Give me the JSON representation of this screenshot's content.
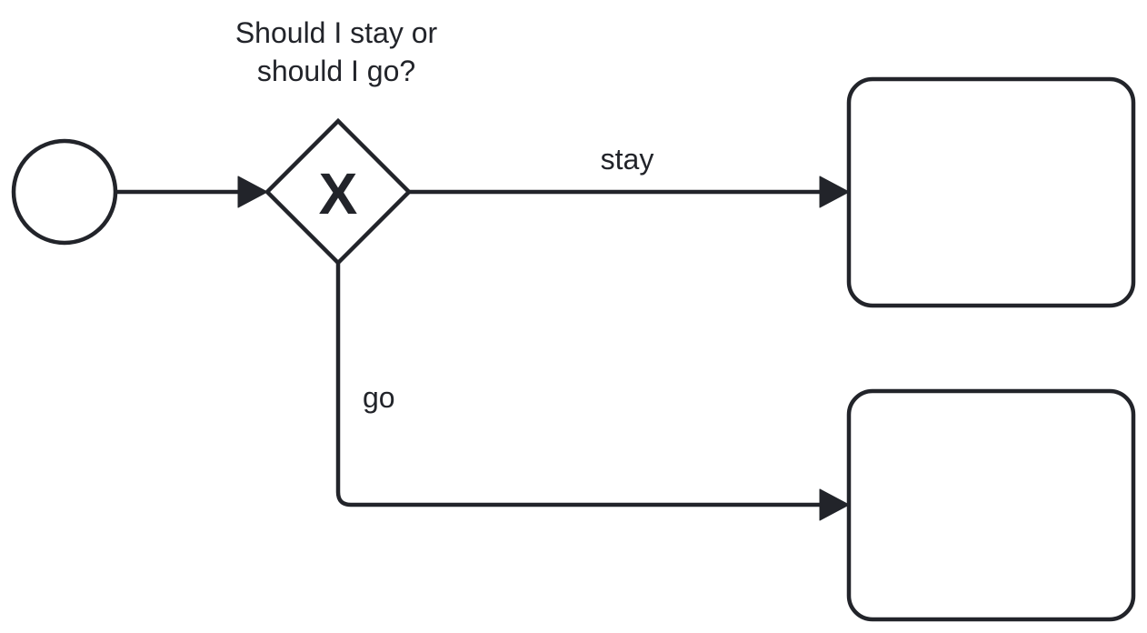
{
  "diagram": {
    "gateway": {
      "label_lines": [
        "Should I stay or",
        "should I go?"
      ],
      "marker": "X"
    },
    "flows": {
      "stay": {
        "label": "stay"
      },
      "go": {
        "label": "go"
      }
    }
  }
}
